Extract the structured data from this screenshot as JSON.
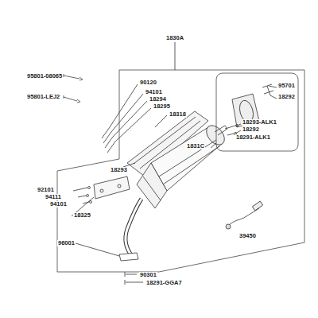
{
  "diagram": {
    "labels": [
      "1830A",
      "95801-08065",
      "95801-LEJ2",
      "90120",
      "94101",
      "18294",
      "18295",
      "18318",
      "18293",
      "1831C",
      "95701",
      "18292",
      "18293-ALK1",
      "18292",
      "18291-ALK1",
      "92101",
      "94111",
      "94101",
      "18325",
      "96001",
      "39450",
      "90301",
      "18291-GGA7"
    ]
  }
}
